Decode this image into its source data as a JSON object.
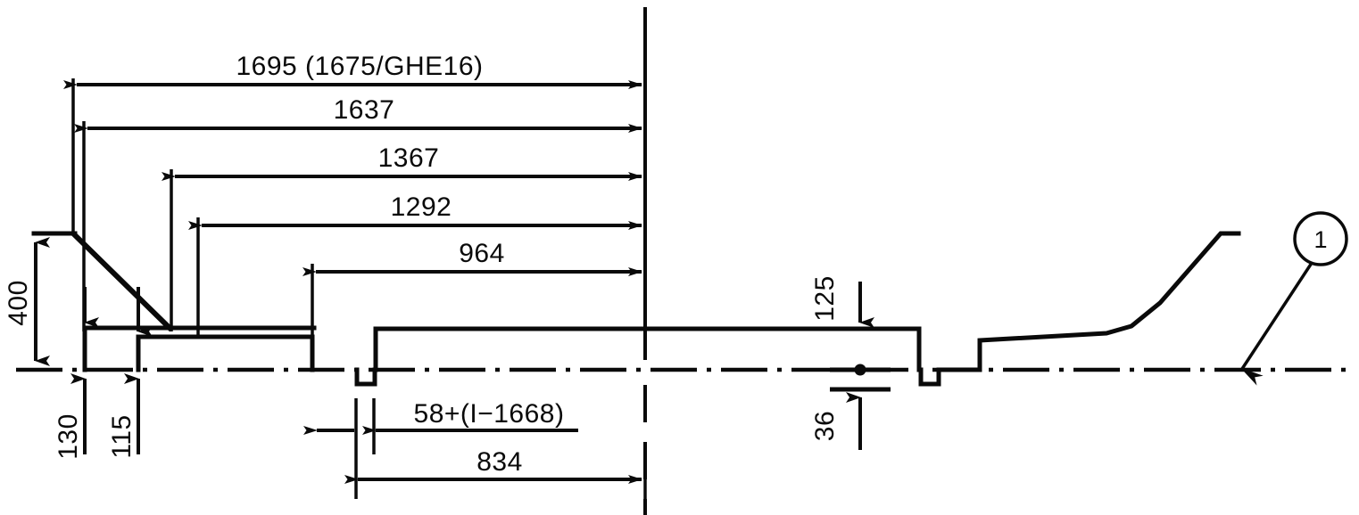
{
  "drawing": {
    "type": "2d-technical-section-drawing",
    "title": "Rail profile section with dimensions",
    "line_color": "#0a0a0a",
    "background_color": "#ffffff",
    "units": "mm"
  },
  "dimensions": {
    "horizontal_top": [
      {
        "id": "d1695",
        "label": "1695  (1675/GHE16)",
        "value": "1695",
        "note": "(1675/GHE16)"
      },
      {
        "id": "d1637",
        "label": "1637",
        "value": "1637"
      },
      {
        "id": "d1367",
        "label": "1367",
        "value": "1367"
      },
      {
        "id": "d1292",
        "label": "1292",
        "value": "1292"
      },
      {
        "id": "d964",
        "label": "964",
        "value": "964"
      }
    ],
    "horizontal_bottom": [
      {
        "id": "d58",
        "label": "58+(I−1668)",
        "value": "58+(I−1668)",
        "underlined": true
      },
      {
        "id": "d834",
        "label": "834",
        "value": "834"
      }
    ],
    "vertical_left": [
      {
        "id": "d400",
        "label": "400",
        "value": "400",
        "rotated": true
      },
      {
        "id": "d130",
        "label": "130",
        "value": "130",
        "rotated": true
      },
      {
        "id": "d115",
        "label": "115",
        "value": "115",
        "rotated": true
      }
    ],
    "vertical_right": [
      {
        "id": "d125",
        "label": "125",
        "value": "125",
        "rotated": true
      },
      {
        "id": "d36",
        "label": "36",
        "value": "36",
        "rotated": true
      }
    ]
  },
  "callouts": [
    {
      "id": "balloon-1",
      "label": "1",
      "shape": "circle-with-leader"
    }
  ]
}
